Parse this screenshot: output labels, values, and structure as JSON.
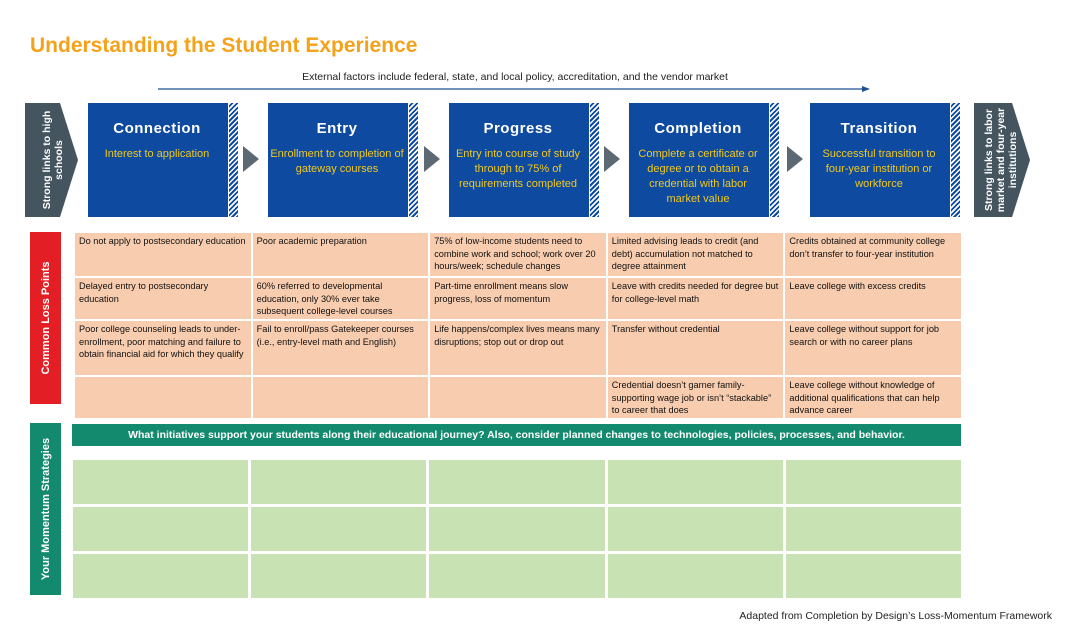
{
  "title": "Understanding the Student Experience",
  "external_factors": "External factors include federal, state, and local policy, accreditation, and the vendor market",
  "left_arrow": "Strong links to high schools",
  "right_arrow": "Strong links to labor market and four-year institutions",
  "stages": [
    {
      "title": "Connection",
      "desc": "Interest to application"
    },
    {
      "title": "Entry",
      "desc": "Enrollment to completion of gateway courses"
    },
    {
      "title": "Progress",
      "desc": "Entry into course of study through to 75% of requirements completed"
    },
    {
      "title": "Completion",
      "desc": "Complete a certificate or degree or to obtain a credential with labor market value"
    },
    {
      "title": "Transition",
      "desc": "Successful transition to four-year institution or workforce"
    }
  ],
  "loss_label": "Common Loss Points",
  "loss_rows": [
    [
      "Do not apply to postsecondary education",
      "Poor academic preparation",
      "75% of low-income students need to combine work and school; work over 20 hours/week; schedule changes",
      "Limited advising leads to credit (and debt) accumulation not matched to degree attainment",
      "Credits obtained at community college don’t transfer to four-year institution"
    ],
    [
      "Delayed entry to  postsecondary education",
      "60% referred to developmental education, only 30% ever take subsequent college-level courses",
      "Part-time enrollment means slow progress, loss  of momentum",
      "Leave with credits needed for degree but for college-level math",
      "Leave college with excess credits"
    ],
    [
      "Poor college counseling leads to under-enrollment, poor matching and failure to obtain financial aid for which they qualify",
      "Fail to enroll/pass Gatekeeper courses (i.e., entry-level math and English)",
      "Life happens/complex lives means many disruptions; stop out or drop out",
      "Transfer without credential",
      "Leave college without support for job search or with no career plans"
    ],
    [
      "",
      "",
      "",
      "Credential doesn’t garner family-supporting wage job or isn’t “stackable” to career that does",
      "Leave college without knowledge of additional qualifications that can help advance career"
    ]
  ],
  "momentum_label": "Your Momentum Strategies",
  "momentum_banner": "What initiatives support your students along their educational journey? Also, consider planned changes to technologies, policies, processes, and behavior.",
  "footnote": "Adapted from Completion by Design’s Loss-Momentum Framework",
  "colors": {
    "title": "#f5a21b",
    "stage_blue": "#0d4aa0",
    "stage_desc": "#f2c81c",
    "side_arrow": "#455560",
    "loss_tab": "#e31e24",
    "loss_cell": "#f8ccae",
    "momentum_tab": "#13896d",
    "momentum_cell": "#c8e2b4"
  }
}
